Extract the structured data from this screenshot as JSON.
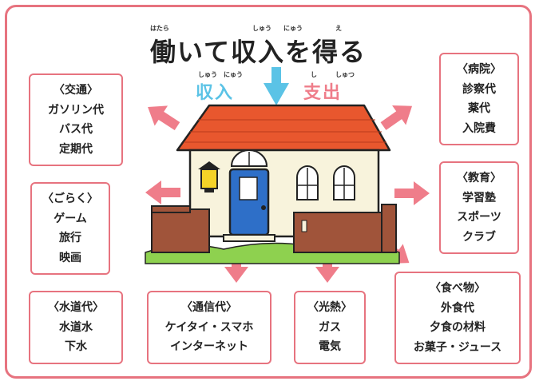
{
  "title": {
    "text": "働いて収入を得る",
    "ruby_hatara": "はたら",
    "ruby_shuu": "しゅう",
    "ruby_nyuu": "にゅう",
    "ruby_e": "え"
  },
  "flow": {
    "income": "収入",
    "income_ruby_1": "しゅう",
    "income_ruby_2": "にゅう",
    "expense": "支出",
    "expense_ruby_1": "し",
    "expense_ruby_2": "しゅつ"
  },
  "categories": {
    "transport": {
      "title": "〈交通〉",
      "items": [
        "ガソリン代",
        "バス代",
        "定期代"
      ]
    },
    "leisure": {
      "title": "〈ごらく〉",
      "items": [
        "ゲーム",
        "旅行",
        "映画"
      ]
    },
    "water": {
      "title": "〈水道代〉",
      "items": [
        "水道水",
        "下水"
      ]
    },
    "telecom": {
      "title": "〈通信代〉",
      "items": [
        "ケイタイ・スマホ",
        "インターネット"
      ]
    },
    "utilities": {
      "title": "〈光熱〉",
      "items": [
        "ガス",
        "電気"
      ]
    },
    "food": {
      "title": "〈食べ物〉",
      "items": [
        "外食代",
        "夕食の材料",
        "お菓子・ジュース"
      ]
    },
    "hospital": {
      "title": "〈病院〉",
      "items": [
        "診察代",
        "薬代",
        "入院費"
      ]
    },
    "education": {
      "title": "〈教育〉",
      "items": [
        "学習塾",
        "スポーツ",
        "クラブ"
      ]
    }
  },
  "colors": {
    "border": "#e7737f",
    "arrow": "#ef7d8a",
    "income": "#5bc3e6",
    "expense": "#ef7d8a",
    "roof": "#e8572e",
    "wall": "#f8f3dc",
    "door": "#2e6fc8",
    "fence": "#a0543a",
    "grass": "#8ed14f"
  }
}
